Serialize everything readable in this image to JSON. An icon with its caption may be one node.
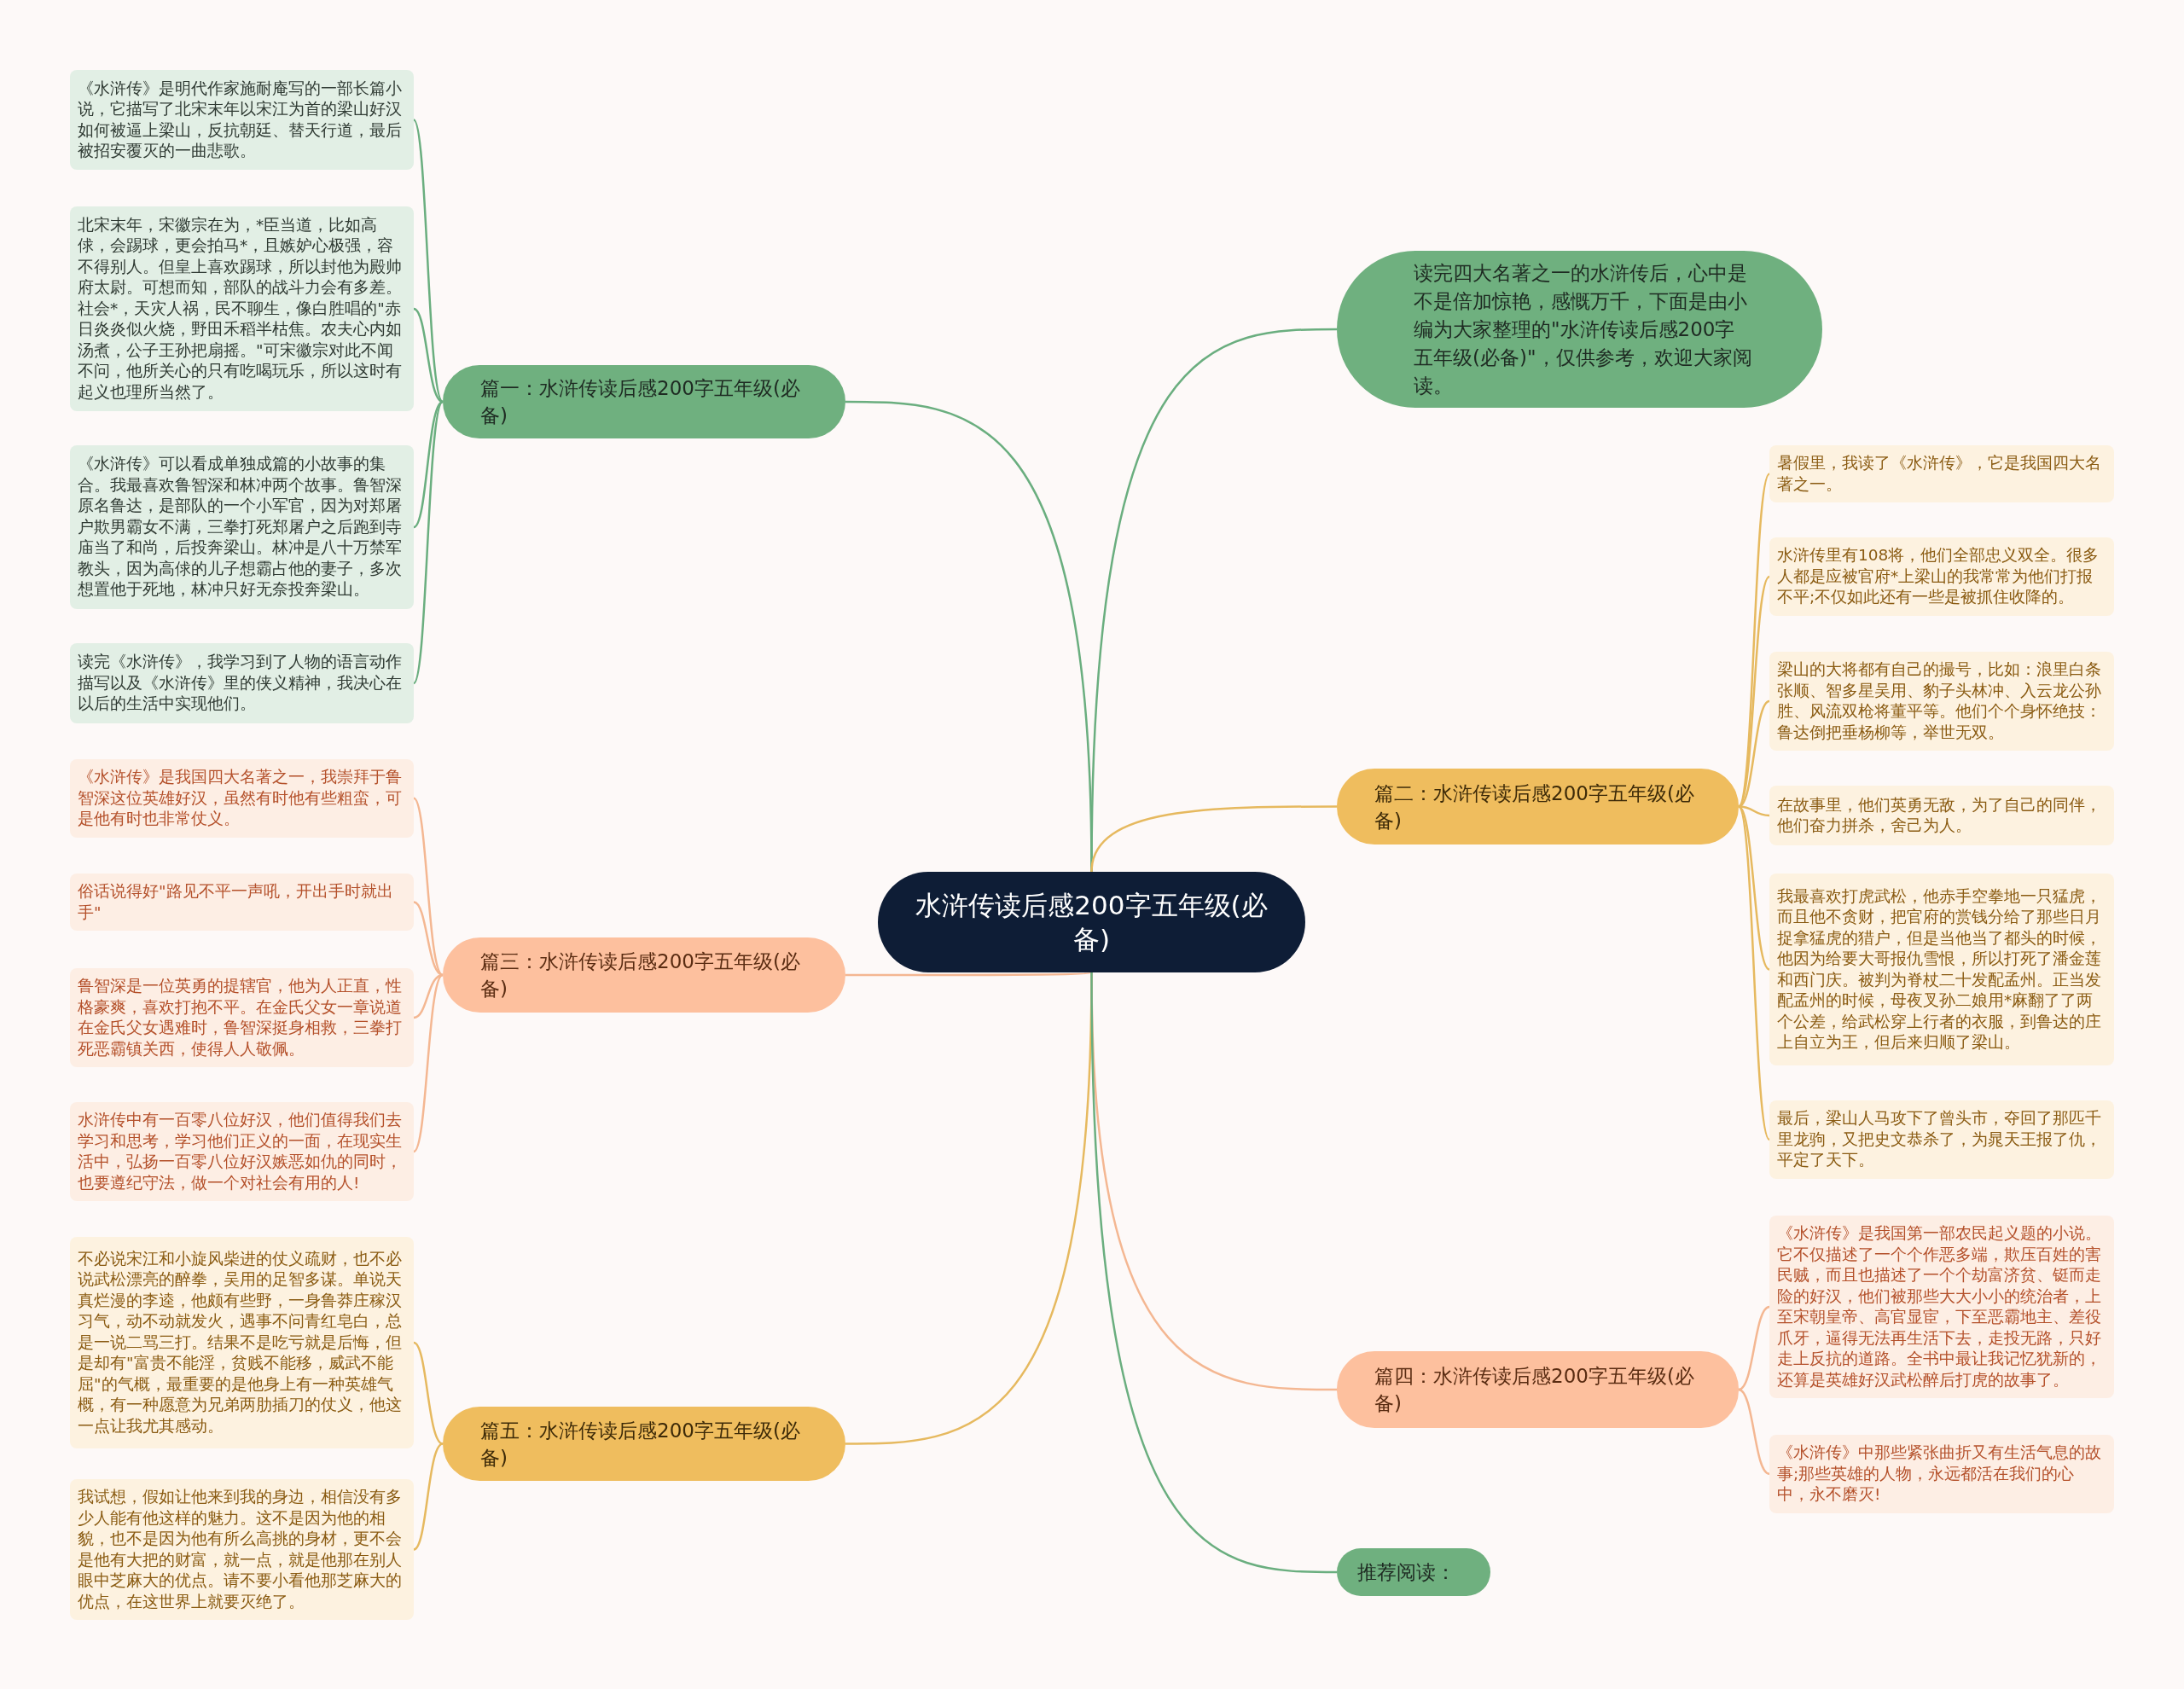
{
  "diagram": {
    "nodes": [
      {
        "text": [
          "水浒传读后感200字五年级(必备)"
        ]
      },
      {
        "text": [
          "读完四大名著之一的水浒传后，心中是不是倍加惊艳，感慨万千，下面是由小编为大家整理的\"水浒传读后感200字五年级(必备)\"，仅供参考，欢迎大家阅读。"
        ]
      },
      {
        "text": [
          "篇一：水浒传读后感200字五年级(必备)"
        ]
      },
      {
        "text": [
          "《水浒传》是明代作家施耐庵写的一部长篇小说，它描写了北宋末年以宋江为首的梁山好汉如何被逼上梁山，反抗朝廷、替天行道，最后被招安覆灭的一曲悲歌。"
        ]
      },
      {
        "text": [
          "北宋末年，宋徽宗在为，*臣当道，比如高俅，会踢球，更会拍马*，且嫉妒心极强，容不得别人。但皇上喜欢踢球，所以封他为殿帅府太尉。可想而知，部队的战斗力会有多差。社会*，天灾人祸，民不聊生，像白胜唱的\"赤日炎炎似火烧，野田禾稻半枯焦。农夫心内如汤煮，公子王孙把扇摇。\"可宋徽宗对此不闻不问，他所关心的只有吃喝玩乐，所以这时有起义也理所当然了。"
        ]
      },
      {
        "text": [
          "《水浒传》可以看成单独成篇的小故事的集合。我最喜欢鲁智深和林冲两个故事。鲁智深原名鲁达，是部队的一个小军官，因为对郑屠户欺男霸女不满，三拳打死郑屠户之后跑到寺庙当了和尚，后投奔梁山。林冲是八十万禁军教头，因为高俅的儿子想霸占他的妻子，多次想置他于死地，林冲只好无奈投奔梁山。"
        ]
      },
      {
        "text": [
          "读完《水浒传》，我学习到了人物的语言动作描写以及《水浒传》里的侠义精神，我决心在以后的生活中实现他们。"
        ]
      },
      {
        "text": [
          "篇三：水浒传读后感200字五年级(必备)"
        ]
      },
      {
        "text": [
          "《水浒传》是我国四大名著之一，我崇拜于鲁智深这位英雄好汉，虽然有时他有些粗蛮，可是他有时也非常仗义。"
        ]
      },
      {
        "text": [
          "俗话说得好\"路见不平一声吼，开出手时就出手\""
        ]
      },
      {
        "text": [
          "鲁智深是一位英勇的提辖官，他为人正直，性格豪爽，喜欢打抱不平。在金氏父女一章说道在金氏父女遇难时，鲁智深挺身相救，三拳打死恶霸镇关西，使得人人敬佩。"
        ]
      },
      {
        "text": [
          "水浒传中有一百零八位好汉，他们值得我们去学习和思考，学习他们正义的一面，在现实生活中，弘扬一百零八位好汉嫉恶如仇的同时，也要遵纪守法，做一个对社会有用的人!"
        ]
      },
      {
        "text": [
          "篇五：水浒传读后感200字五年级(必备)"
        ]
      },
      {
        "text": [
          "不必说宋江和小旋风柴进的仗义疏财，也不必说武松漂亮的醉拳，吴用的足智多谋。单说天真烂漫的李逵，他颇有些野，一身鲁莽庄稼汉习气，动不动就发火，遇事不问青红皂白，总是一说二骂三打。结果不是吃亏就是后悔，但是却有\"富贵不能淫，贫贱不能移，威武不能屈\"的气概，最重要的是他身上有一种英雄气概，有一种愿意为兄弟两肋插刀的仗义，他这一点让我尤其感动。"
        ]
      },
      {
        "text": [
          "我试想，假如让他来到我的身边，相信没有多少人能有他这样的魅力。这不是因为他的相貌，也不是因为他有所么高挑的身材，更不会是他有大把的财富，就一点，就是他那在别人眼中芝麻大的优点。请不要小看他那芝麻大的优点，在这世界上就要灭绝了。"
        ]
      },
      {
        "text": [
          "篇二：水浒传读后感200字五年级(必备)"
        ]
      },
      {
        "text": [
          "暑假里，我读了《水浒传》，它是我国四大名著之一。"
        ]
      },
      {
        "text": [
          "水浒传里有108将，他们全部忠义双全。很多人都是应被官府*上梁山的我常常为他们打报不平;不仅如此还有一些是被抓住收降的。"
        ]
      },
      {
        "text": [
          "梁山的大将都有自己的撮号，比如：浪里白条张顺、智多星吴用、豹子头林冲、入云龙公孙胜、风流双枪将董平等。他们个个身怀绝技：鲁达倒把垂杨柳等，举世无双。"
        ]
      },
      {
        "text": [
          "在故事里，他们英勇无敌，为了自己的同伴，他们奋力拼杀，舍己为人。"
        ]
      },
      {
        "text": [
          "我最喜欢打虎武松，他赤手空拳地一只猛虎，而且他不贪财，把官府的赏钱分给了那些日月捉拿猛虎的猎户，但是当他当了都头的时候，他因为给要大哥报仇雪恨，所以打死了潘金莲和西门庆。被判为脊杖二十发配孟州。正当发配孟州的时候，母夜叉孙二娘用*麻翻了了两个公差，给武松穿上行者的衣服，到鲁达的庄上自立为王，但后来归顺了梁山。"
        ]
      },
      {
        "text": [
          "最后，梁山人马攻下了曾头市，夺回了那匹千里龙驹，又把史文恭杀了，为晁天王报了仇，平定了天下。"
        ]
      },
      {
        "text": [
          "篇四：水浒传读后感200字五年级(必备)"
        ]
      },
      {
        "text": [
          "《水浒传》是我国第一部农民起义题的小说。它不仅描述了一个个作恶多端，欺压百姓的害民贼，而且也描述了一个个劫富济贫、铤而走险的好汉，他们被那些大大小小的统治者，上至宋朝皇帝、高官显宦，下至恶霸地主、差役爪牙，逼得无法再生活下去，走投无路，只好走上反抗的道路。全书中最让我记忆犹新的，还算是英雄好汉武松醉后打虎的故事了。"
        ]
      },
      {
        "text": [
          "《水浒传》中那些紧张曲折又有生活气息的故事;那些英雄的人物，永远都活在我们的心中，永不磨灭!"
        ]
      },
      {
        "text": [
          "推荐阅读："
        ]
      }
    ],
    "edges": [
      {
        "from": 0,
        "to": 1,
        "arrow": "none",
        "color": "#6aae7f"
      },
      {
        "from": 0,
        "to": 2,
        "arrow": "none",
        "color": "#6aae7f"
      },
      {
        "from": 2,
        "to": 3,
        "arrow": "none",
        "color": "#6aae7f"
      },
      {
        "from": 2,
        "to": 4,
        "arrow": "none",
        "color": "#6aae7f"
      },
      {
        "from": 2,
        "to": 5,
        "arrow": "none",
        "color": "#6aae7f"
      },
      {
        "from": 2,
        "to": 6,
        "arrow": "none",
        "color": "#6aae7f"
      },
      {
        "from": 0,
        "to": 7,
        "arrow": "none",
        "color": "#f4b792"
      },
      {
        "from": 7,
        "to": 8,
        "arrow": "none",
        "color": "#f4b792"
      },
      {
        "from": 7,
        "to": 9,
        "arrow": "none",
        "color": "#f4b792"
      },
      {
        "from": 7,
        "to": 10,
        "arrow": "none",
        "color": "#f4b792"
      },
      {
        "from": 7,
        "to": 11,
        "arrow": "none",
        "color": "#f4b792"
      },
      {
        "from": 0,
        "to": 12,
        "arrow": "none"
      },
      {
        "from": 12,
        "to": 13,
        "arrow": "none"
      },
      {
        "from": 12,
        "to": 14,
        "arrow": "none"
      },
      {
        "from": 0,
        "to": 15,
        "arrow": "none"
      },
      {
        "from": 15,
        "to": 16,
        "arrow": "none"
      },
      {
        "from": 15,
        "to": 17,
        "arrow": "none"
      },
      {
        "from": 15,
        "to": 18,
        "arrow": "none"
      },
      {
        "from": 15,
        "to": 19,
        "arrow": "none"
      },
      {
        "from": 15,
        "to": 20,
        "arrow": "none"
      },
      {
        "from": 15,
        "to": 21,
        "arrow": "none"
      },
      {
        "from": 0,
        "to": 22,
        "arrow": "none",
        "color": "#f4b792"
      },
      {
        "from": 22,
        "to": 23,
        "arrow": "none",
        "color": "#f4b792"
      },
      {
        "from": 22,
        "to": 24,
        "arrow": "none",
        "color": "#f4b792"
      },
      {
        "from": 0,
        "to": 25,
        "arrow": "none",
        "color": "#6aae7f"
      }
    ]
  }
}
